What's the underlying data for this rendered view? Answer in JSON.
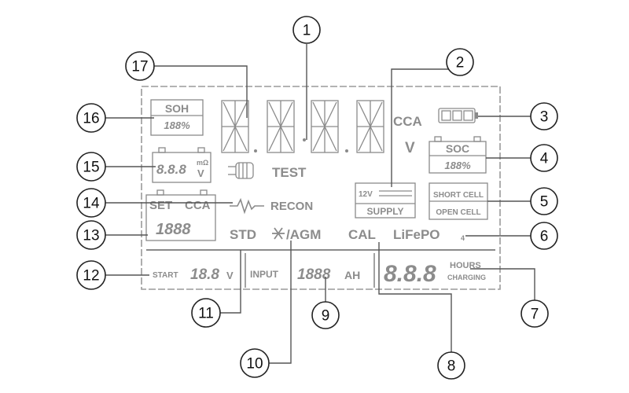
{
  "lcd": {
    "soh_label": "SOH",
    "soh_value": "188%",
    "main_unit": "CCA",
    "main_unit_v": "V",
    "soc_label": "SOC",
    "soc_value": "188%",
    "milliohm_digits": "8.8.8",
    "milliohm_unit_top": "mΩ",
    "milliohm_unit_bottom": "V",
    "test_label": "TEST",
    "recon_label": "RECON",
    "supply_12v": "12V",
    "supply_label": "SUPPLY",
    "short_cell": "SHORT CELL",
    "open_cell": "OPEN CELL",
    "set_label": "SET",
    "cca_label": "CCA",
    "set_value": "1888",
    "std_label": "STD",
    "agm_label": "/AGM",
    "cal_label": "CAL",
    "lifepo_label": "LiFePO",
    "lifepo_sub": "4",
    "start_label": "START",
    "start_value": "18.8",
    "start_unit": "V",
    "input_label": "INPUT",
    "input_value": "1888",
    "input_unit": "AH",
    "hours_digits": "8.8.8",
    "hours_label": "HOURS",
    "charging_label": "CHARGING"
  },
  "callouts": [
    "1",
    "2",
    "3",
    "4",
    "5",
    "6",
    "7",
    "8",
    "9",
    "10",
    "11",
    "12",
    "13",
    "14",
    "15",
    "16",
    "17"
  ]
}
